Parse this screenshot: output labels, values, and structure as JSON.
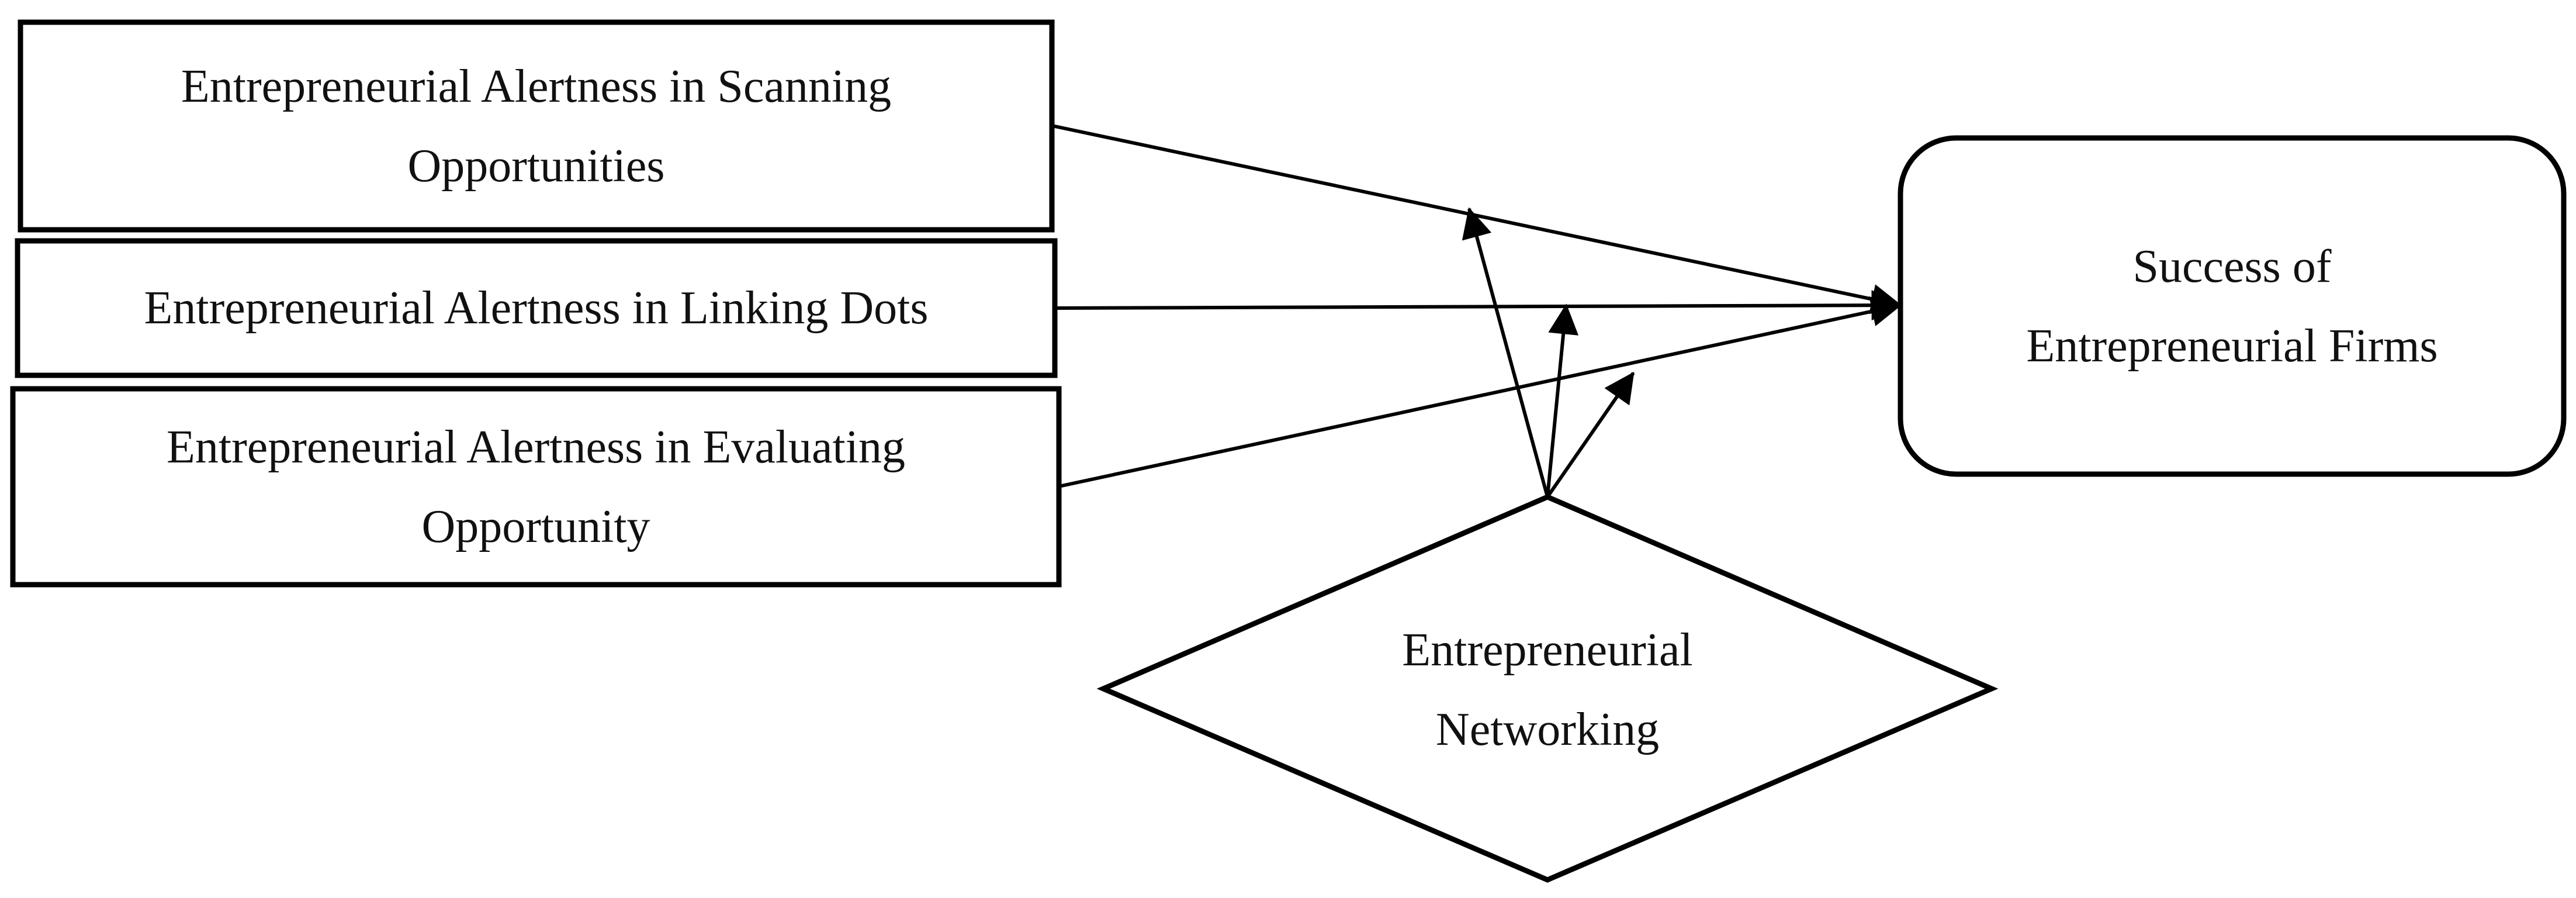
{
  "nodes": {
    "scanning": {
      "line1": "Entrepreneurial Alertness in Scanning",
      "line2": "Opportunities"
    },
    "linking": {
      "line1": "Entrepreneurial Alertness in Linking Dots"
    },
    "evaluating": {
      "line1": "Entrepreneurial Alertness in Evaluating",
      "line2": "Opportunity"
    },
    "success": {
      "line1": "Success of",
      "line2": "Entrepreneurial Firms"
    },
    "networking": {
      "line1": "Entrepreneurial",
      "line2": "Networking"
    }
  },
  "colors": {
    "stroke": "#000000",
    "background": "#ffffff",
    "text": "#111111"
  }
}
